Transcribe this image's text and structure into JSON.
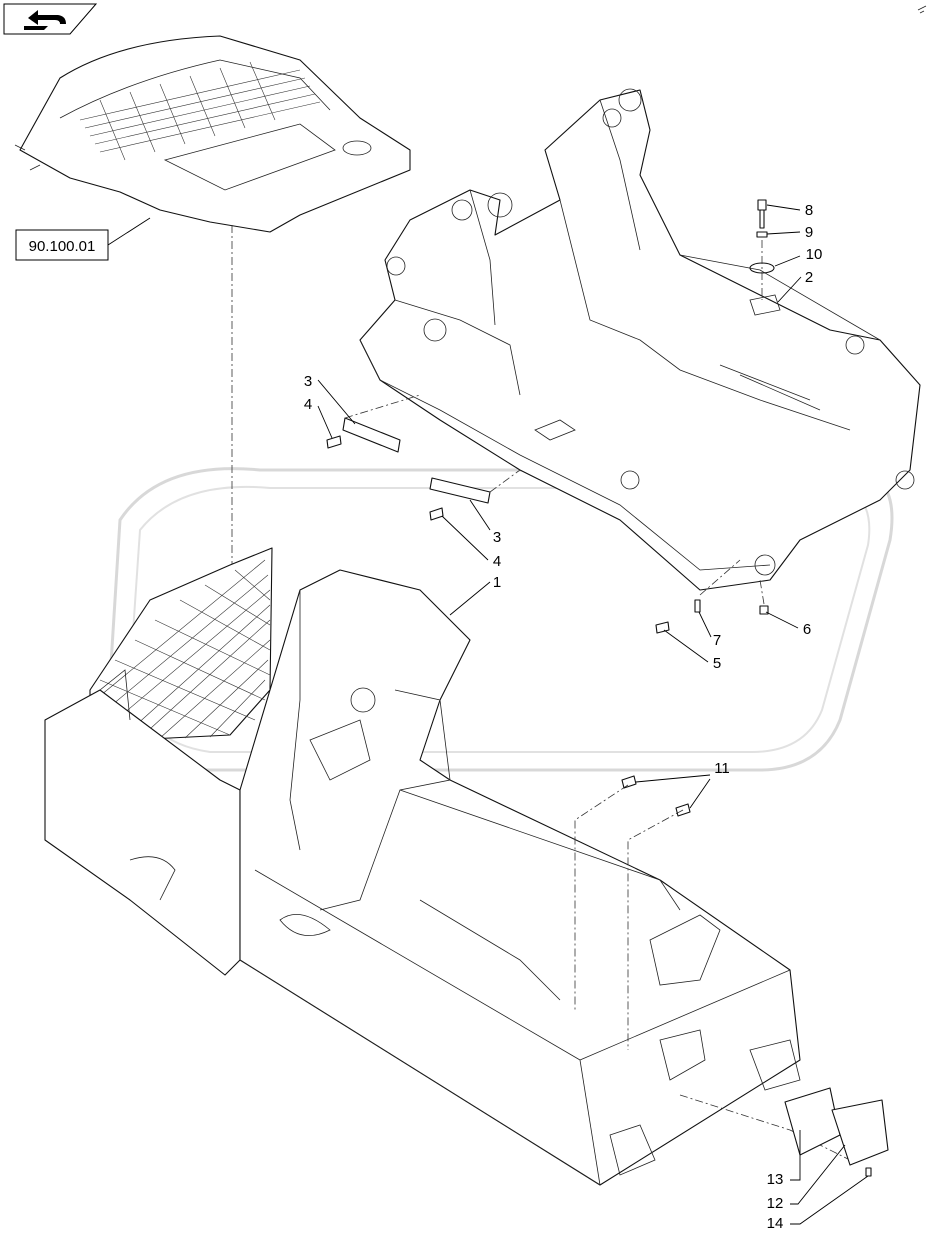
{
  "reference": {
    "label": "90.100.01"
  },
  "callouts": [
    {
      "id": "c1",
      "text": "1"
    },
    {
      "id": "c2",
      "text": "2"
    },
    {
      "id": "c3a",
      "text": "3"
    },
    {
      "id": "c3b",
      "text": "3"
    },
    {
      "id": "c4a",
      "text": "4"
    },
    {
      "id": "c4b",
      "text": "4"
    },
    {
      "id": "c5",
      "text": "5"
    },
    {
      "id": "c6",
      "text": "6"
    },
    {
      "id": "c7",
      "text": "7"
    },
    {
      "id": "c8",
      "text": "8"
    },
    {
      "id": "c9",
      "text": "9"
    },
    {
      "id": "c10",
      "text": "10"
    },
    {
      "id": "c11",
      "text": "11"
    },
    {
      "id": "c12",
      "text": "12"
    },
    {
      "id": "c13",
      "text": "13"
    },
    {
      "id": "c14",
      "text": "14"
    }
  ],
  "icons": {
    "back": "back-arrow-icon",
    "watermark": "watermark-logo"
  },
  "colors": {
    "ink": "#000000",
    "paper": "#ffffff",
    "watermark": "#cfcfcf"
  }
}
